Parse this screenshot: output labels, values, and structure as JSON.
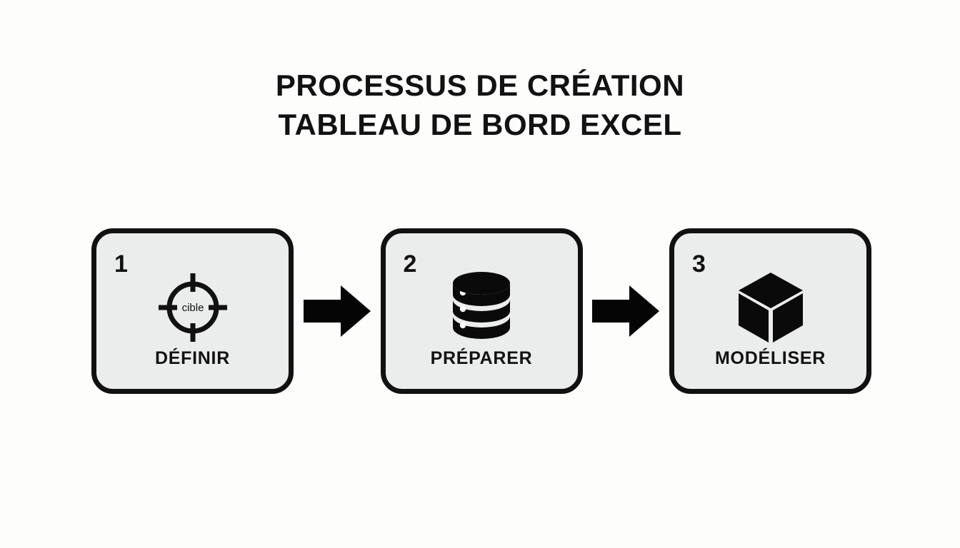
{
  "title": {
    "line1": "PROCESSUS DE CRÉATION",
    "line2": "TABLEAU DE BORD EXCEL"
  },
  "colors": {
    "page_background": "#fdfdfc",
    "card_fill": "#ebecec",
    "ink": "#111111",
    "arrow": "#050505"
  },
  "steps": [
    {
      "number": "1",
      "label": "DÉFINIR",
      "icon": "target-crosshair-icon",
      "icon_inner_text": "cible"
    },
    {
      "number": "2",
      "label": "PRÉPARER",
      "icon": "database-cylinder-icon"
    },
    {
      "number": "3",
      "label": "MODÉLISER",
      "icon": "3d-cube-icon"
    }
  ],
  "arrows": [
    {
      "name": "arrow-step1-to-step2",
      "direction": "right"
    },
    {
      "name": "arrow-step2-to-step3",
      "direction": "right"
    }
  ]
}
